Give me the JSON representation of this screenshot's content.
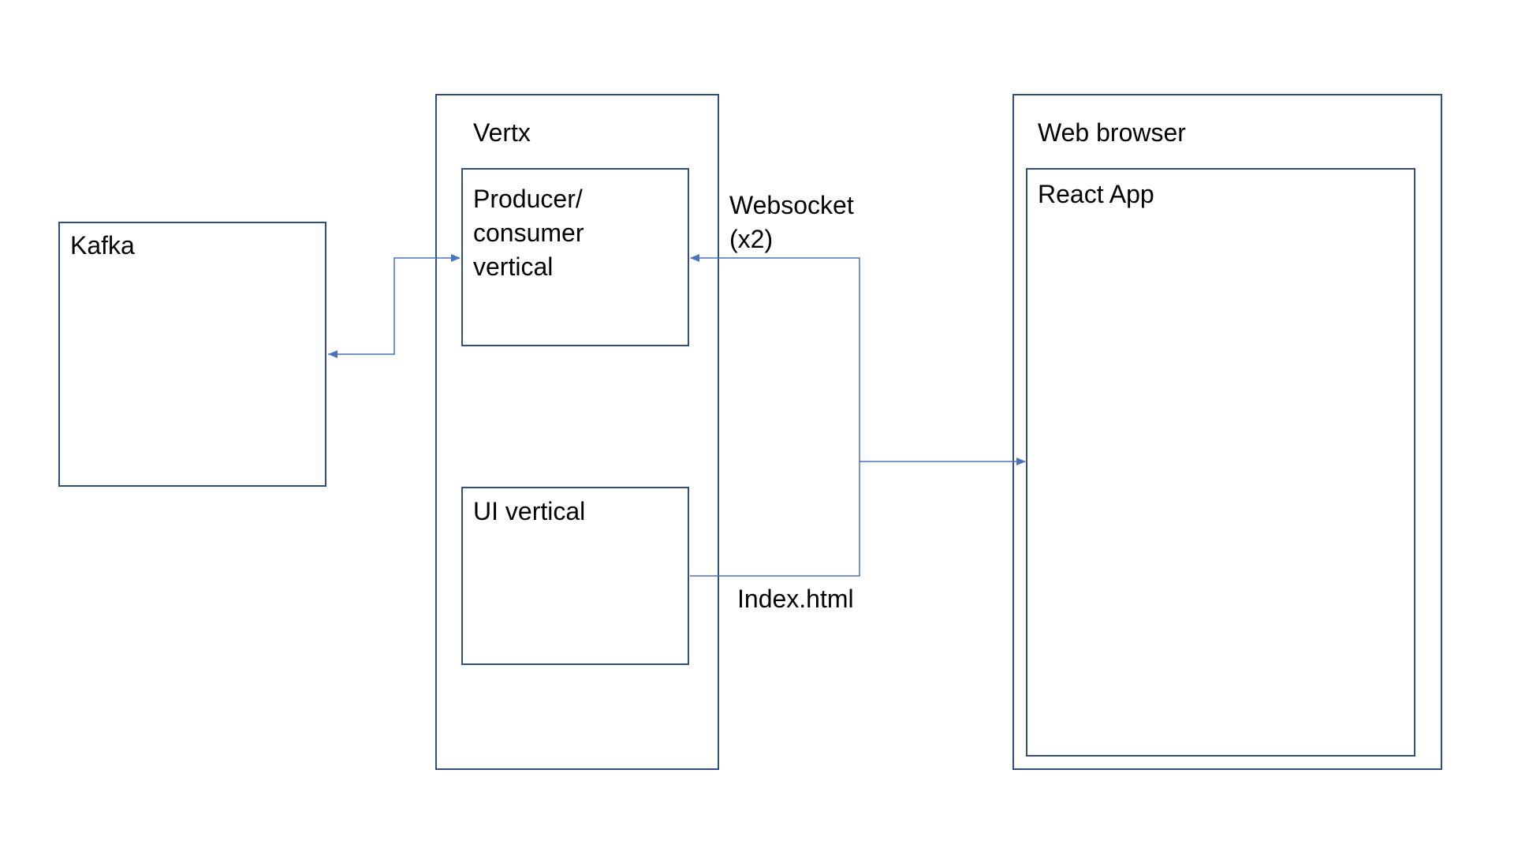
{
  "diagram": {
    "kafka": {
      "label": "Kafka"
    },
    "vertx": {
      "label": "Vertx",
      "producer_consumer": {
        "label": "Producer/\nconsumer\nvertical"
      },
      "ui_vertical": {
        "label": "UI vertical"
      }
    },
    "web_browser": {
      "label": "Web browser",
      "react_app": {
        "label": "React App"
      }
    },
    "edges": {
      "websocket": {
        "label": "Websocket\n(x2)"
      },
      "index_html": {
        "label": "Index.html"
      }
    },
    "colors": {
      "box_border": "#2f4d7e",
      "connector": "#4a72b8"
    }
  }
}
